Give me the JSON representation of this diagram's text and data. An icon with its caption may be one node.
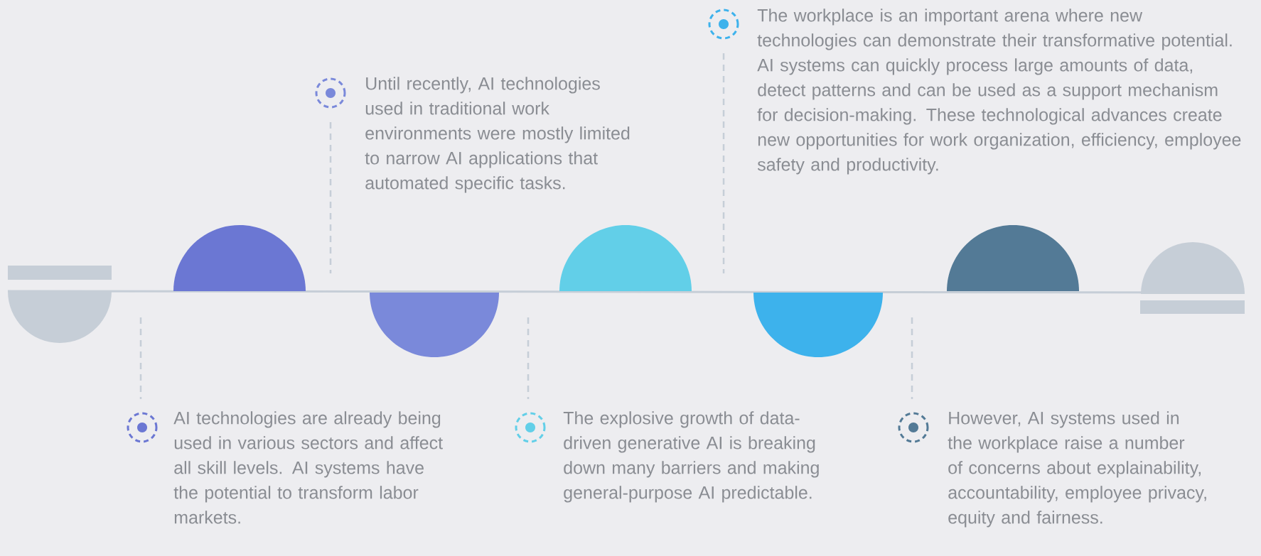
{
  "diagram": {
    "labels": [
      "The workplace is an important arena where new technologies can demonstrate their transformative potential. AI systems can quickly process large amounts of data, detect patterns and can be used as a support mechanism for decision-making. These technological advances create new opportunities for work organization, efficiency, employee safety and productivity.",
      "Until recently, AI technologies used in traditional work environments were mostly limited to narrow AI applications that automated specific tasks.",
      "AI technologies are already being used in various sectors and affect all skill levels. AI systems have the potential to transform labor markets.",
      "The explosive growth of data-driven generative AI is breaking down many barriers and making general-purpose AI predictable.",
      "However, AI systems used in the workplace raise a number of concerns about explainability, accountability, employee privacy, equity and fairness."
    ]
  }
}
